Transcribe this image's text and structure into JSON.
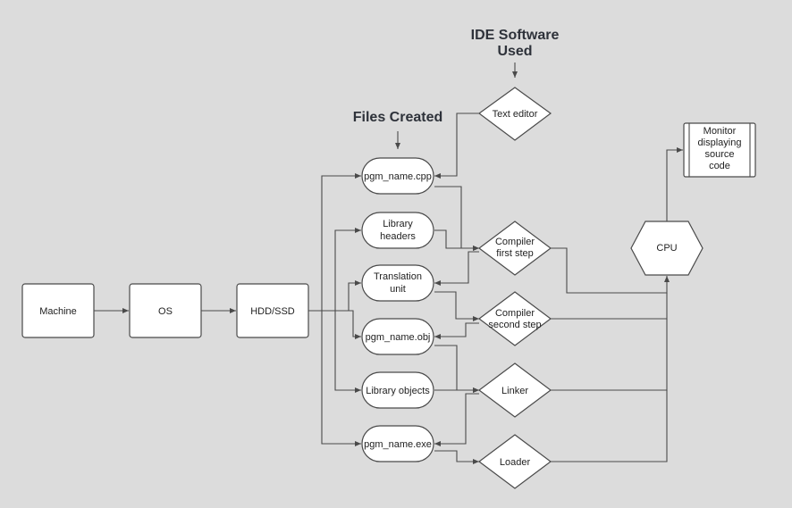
{
  "titles": {
    "ide_line1": "IDE Software",
    "ide_line2": "Used",
    "files": "Files Created"
  },
  "nodes": {
    "machine": "Machine",
    "os": "OS",
    "hdd": "HDD/SSD",
    "pgm_cpp": "pgm_name.cpp",
    "lib_headers_1": "Library",
    "lib_headers_2": "headers",
    "trans_unit_1": "Translation",
    "trans_unit_2": "unit",
    "pgm_obj": "pgm_name.obj",
    "lib_objects": "Library objects",
    "pgm_exe": "pgm_name.exe",
    "text_editor": "Text editor",
    "compiler1_1": "Compiler",
    "compiler1_2": "first step",
    "compiler2_1": "Compiler",
    "compiler2_2": "second step",
    "linker": "Linker",
    "loader": "Loader",
    "cpu": "CPU",
    "monitor_1": "Monitor",
    "monitor_2": "displaying",
    "monitor_3": "source",
    "monitor_4": "code"
  },
  "colors": {
    "background": "#dcdcdc",
    "shape_fill": "#ffffff",
    "stroke": "#4a4a4a",
    "title_text": "#2e323a"
  }
}
